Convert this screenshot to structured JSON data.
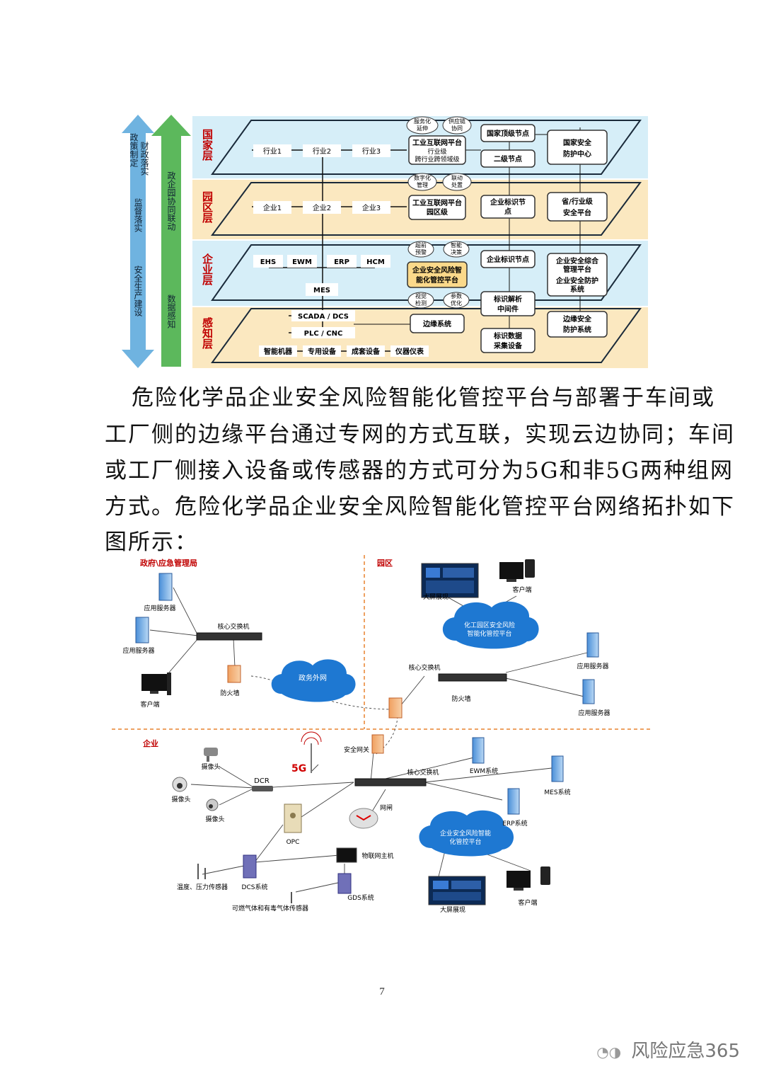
{
  "arch": {
    "left_labels": [
      "政策制定",
      "财政落实",
      "监督落实",
      "安全生产建设"
    ],
    "mid_labels": [
      "政企园协同联动",
      "数据感知"
    ],
    "layers": [
      "国家层",
      "园区层",
      "企业层",
      "感知层"
    ],
    "national": {
      "industries": [
        "行业1",
        "行业2",
        "行业3"
      ],
      "bubbles": [
        "服务化延伸",
        "供应链协同"
      ],
      "platform": [
        "工业互联网平台",
        "行业级",
        "跨行业跨领域级"
      ],
      "top_node": "国家顶级节点",
      "second_node": "二级节点",
      "center": [
        "国家安全",
        "防护中心"
      ]
    },
    "park": {
      "companies": [
        "企业1",
        "企业2",
        "企业3"
      ],
      "bubbles": [
        "数字化管理",
        "联动处置"
      ],
      "platform": [
        "工业互联网平台",
        "园区级"
      ],
      "id_node": [
        "企业标识节",
        "点"
      ],
      "province": [
        "省/行业级",
        "安全平台"
      ]
    },
    "enterprise": {
      "systems": [
        "EHS",
        "EWM",
        "ERP",
        "HCM"
      ],
      "mes": "MES",
      "bubbles": [
        "超前预警",
        "智能决策",
        "视觉检测",
        "参数优化"
      ],
      "platform": [
        "企业安全风险智",
        "能化管控平台"
      ],
      "id_node": "企业标识节点",
      "mgmt": [
        "企业安全综合",
        "管理平台",
        "企业安全防护",
        "系统"
      ]
    },
    "sensing": {
      "scada": "SCADA / DCS",
      "plc": "PLC / CNC",
      "devices": [
        "智能机器",
        "专用设备",
        "成套设备",
        "仪器仪表"
      ],
      "edge": "边缘系统",
      "middleware": [
        "标识解析",
        "中间件"
      ],
      "collect": [
        "标识数据",
        "采集设备"
      ],
      "edge_sec": [
        "边缘安全",
        "防护系统"
      ]
    }
  },
  "paragraph": [
    "危险化学品企业安全风险智能化管控平台与部署于车间或",
    "工厂侧的边缘平台通过专网的方式互联，实现云边协同；车间",
    "或工厂侧接入设备或传感器的方式可分为5G和非5G两种组网",
    "方式。危险化学品企业安全风险智能化管控平台网络拓扑如下",
    "图所示："
  ],
  "topo": {
    "gov": {
      "title": "政府\\应急管理局",
      "server1": "应用服务器",
      "server2": "应用服务器",
      "client": "客户端",
      "switch": "核心交换机",
      "firewall": "防火墙",
      "cloud": "政务外网"
    },
    "park": {
      "title": "园区",
      "screen": "大屏展现",
      "client": "客户端",
      "cloud": [
        "化工园区安全风险",
        "智能化管控平台"
      ],
      "switch": "核心交换机",
      "firewall": "防火墙",
      "server1": "应用服务器",
      "server2": "应用服务器"
    },
    "ent": {
      "title": "企业",
      "gateway": "安全网关",
      "fiveg": "5G",
      "cam1": "摄像头",
      "cam2": "摄像头",
      "cam3": "摄像头",
      "dcr": "DCR",
      "switch": "核心交换机",
      "ewm": "EWM系统",
      "mes": "MES系统",
      "erp": "ERP系统",
      "opc": "OPC",
      "gatekeeper": "网闸",
      "iot": "物联网主机",
      "dcs": "DCS系统",
      "gds": "GDS系统",
      "temp": "温度、压力传感器",
      "gas": "可燃气体和有毒气体传感器",
      "cloud": [
        "企业安全风险智能",
        "化管控平台"
      ],
      "screen": "大屏展现",
      "client": "客户端"
    }
  },
  "page_number": "7",
  "watermark": "风险应急365",
  "colors": {
    "layer_blue": "#d6eef8",
    "layer_yellow": "#fbe8c0",
    "red": "#c00000",
    "green_arrow": "#4caf50",
    "blue_arrow": "#6fb3e0",
    "orange": "#e8822e",
    "cloud": "#1e78d2"
  }
}
